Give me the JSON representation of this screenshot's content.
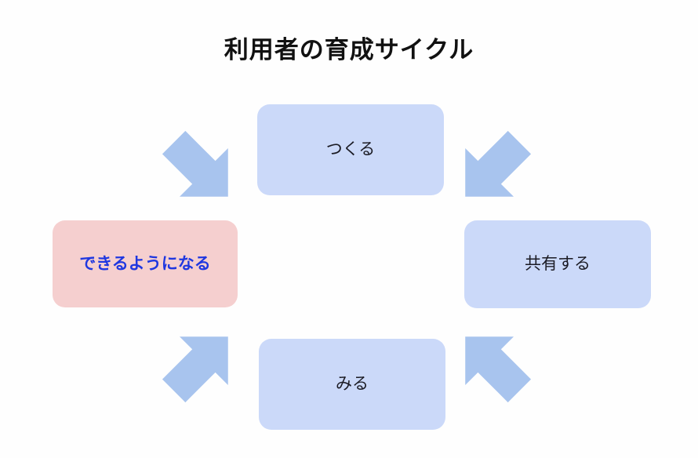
{
  "page": {
    "title": "利用者の育成サイクル",
    "background_color": "#fefefe"
  },
  "colors": {
    "node_blue_fill": "#cbd9f9",
    "node_pink_fill": "#f5cfcf",
    "arrow_fill": "#a8c4ee",
    "title_text": "#111111",
    "blue_label_text": "#1f37e0",
    "dark_label_text": "#1b1b24"
  },
  "diagram": {
    "type": "cycle",
    "direction": "clockwise",
    "nodes": [
      {
        "id": "create",
        "label": "つくる",
        "position": "top",
        "style": "blue"
      },
      {
        "id": "share",
        "label": "共有する",
        "position": "right",
        "style": "blue"
      },
      {
        "id": "watch",
        "label": "みる",
        "position": "bottom",
        "style": "blue"
      },
      {
        "id": "able",
        "label": "できるようになる",
        "position": "left",
        "style": "pink",
        "highlighted": true
      }
    ],
    "arrows": [
      {
        "id": "create-to-share",
        "from": "create",
        "to": "share",
        "direction": "down-right",
        "icon": "arrow-down-right-icon"
      },
      {
        "id": "share-to-watch",
        "from": "share",
        "to": "watch",
        "direction": "down-left",
        "icon": "arrow-down-left-icon"
      },
      {
        "id": "watch-to-able",
        "from": "watch",
        "to": "able",
        "direction": "up-left",
        "icon": "arrow-up-left-icon"
      },
      {
        "id": "able-to-create",
        "from": "able",
        "to": "create",
        "direction": "up-right",
        "icon": "arrow-up-right-icon"
      }
    ]
  }
}
